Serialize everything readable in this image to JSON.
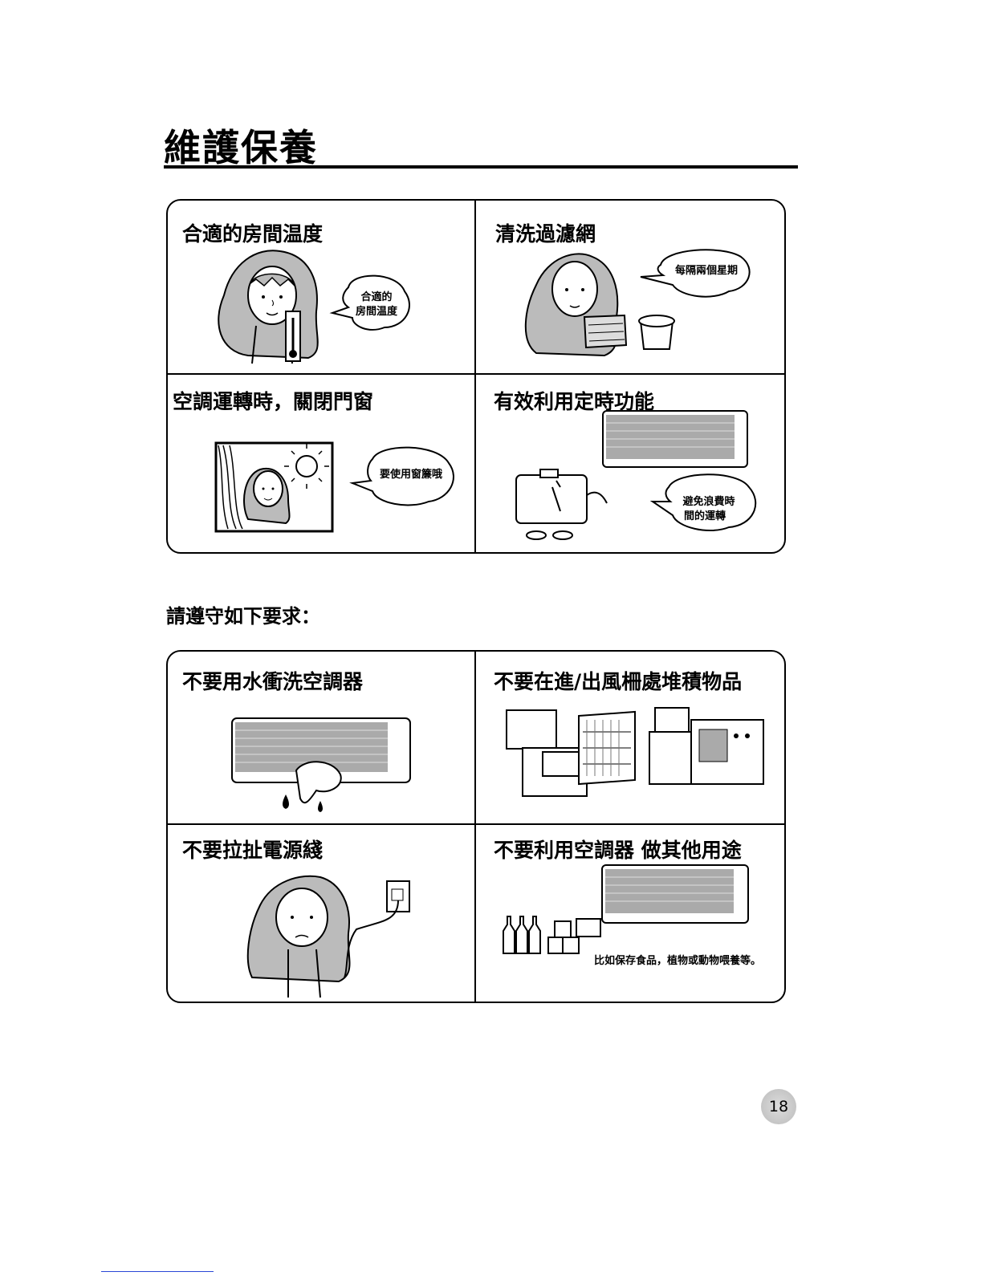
{
  "page": {
    "title": "維護保養",
    "subheading": "請遵守如下要求：",
    "page_number": "18"
  },
  "section1": {
    "cells": [
      {
        "title": "合適的房間温度",
        "bubble": [
          "合適的",
          "房間温度"
        ]
      },
      {
        "title": "清洗過濾網",
        "bubble": [
          "每隔兩個星期"
        ]
      },
      {
        "title": "空調運轉時，關閉門窗",
        "bubble": [
          "要使用窗簾哦"
        ]
      },
      {
        "title": "有效利用定時功能",
        "bubble": [
          "避免浪費時",
          "間的運轉"
        ]
      }
    ]
  },
  "section2": {
    "cells": [
      {
        "title": "不要用水衝洗空調器"
      },
      {
        "title": "不要在進/出風柵處堆積物品"
      },
      {
        "title": "不要拉扯電源綫"
      },
      {
        "title": "不要利用空調器 做其他用途",
        "caption": "比如保存食品，植物或動物喂養等。"
      }
    ]
  },
  "icons": [
    "girl-icon",
    "thermometer-icon",
    "filter-icon",
    "bucket-icon",
    "window-icon",
    "sun-icon",
    "air-conditioner-icon",
    "timer-character-icon",
    "hand-icon",
    "boxes-icon",
    "shelf-icon",
    "outdoor-unit-icon",
    "wall-socket-icon",
    "bottles-icon",
    "cans-icon"
  ]
}
